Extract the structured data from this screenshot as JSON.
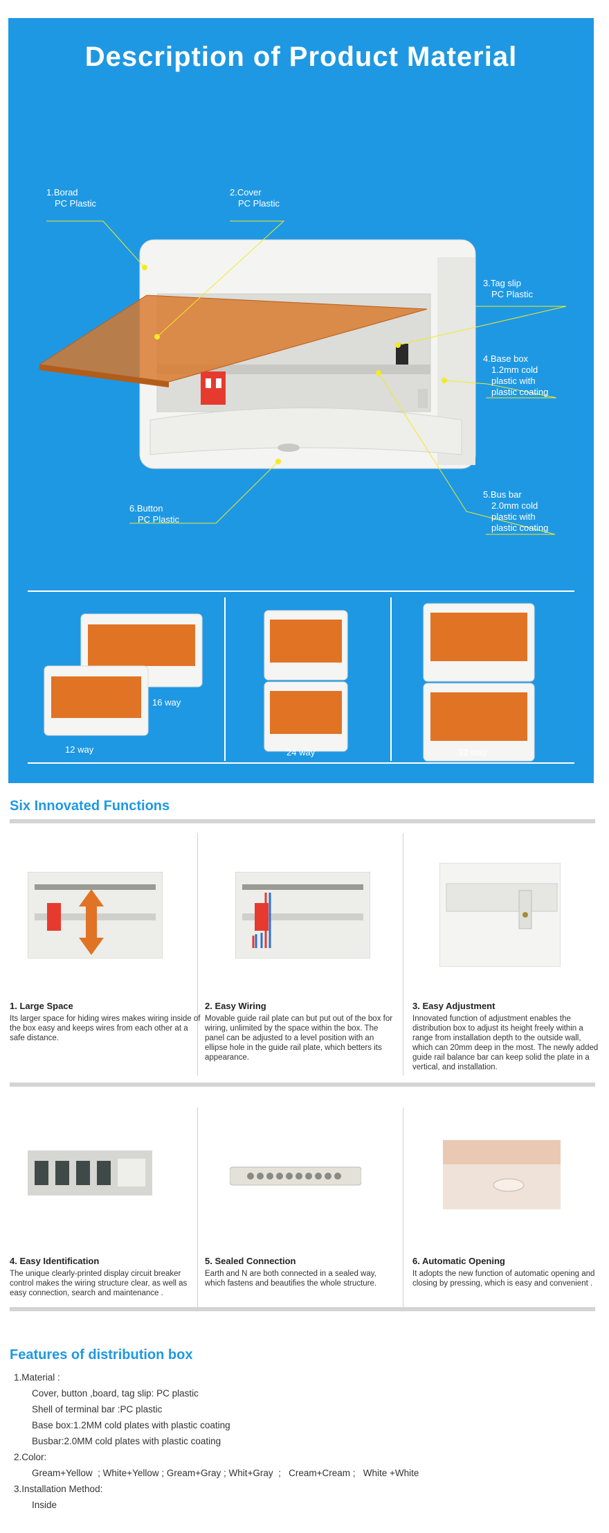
{
  "hero": {
    "title": "Description of Product Material",
    "callouts": [
      {
        "num": "1.Borad",
        "sub": [
          "PC Plastic"
        ]
      },
      {
        "num": "2.Cover",
        "sub": [
          "PC Plastic"
        ]
      },
      {
        "num": "3.Tag slip",
        "sub": [
          "PC Plastic"
        ]
      },
      {
        "num": "4.Base box",
        "sub": [
          "1.2mm cold",
          "plastic with",
          "plastic coating"
        ]
      },
      {
        "num": "5.Bus bar",
        "sub": [
          "2.0mm cold",
          "plastic with",
          "plastic coating"
        ]
      },
      {
        "num": "6.Button",
        "sub": [
          "PC Plastic"
        ]
      }
    ],
    "ways": [
      "12 way",
      "16 way",
      "24 way",
      "32 way"
    ],
    "colors": {
      "bg": "#1f98e3",
      "cover": "#d9772a"
    }
  },
  "functions": {
    "heading": "Six Innovated Functions",
    "items": [
      {
        "title": "1. Large Space",
        "desc": "Its larger space for hiding wires makes wiring inside of the box easy and keeps wires from each other at a safe distance."
      },
      {
        "title": "2. Easy Wiring",
        "desc": "Movable guide rail plate can but put out of the box for wiring, unlimited by the space within the box. The panel can be adjusted to a level position with an ellipse hole in the guide rail plate, which betters its appearance."
      },
      {
        "title": "3. Easy Adjustment",
        "desc": "Innovated function of adjustment enables the distribution box to adjust its height freely within a range from installation depth to the outside wall, which can 20mm deep in the most. The newly added guide rail balance bar can keep solid the plate in a vertical, and installation."
      },
      {
        "title": "4. Easy Identification",
        "desc": "The unique clearly-printed display circuit breaker control makes the wiring structure clear, as well as easy connection, search and maintenance ."
      },
      {
        "title": "5. Sealed Connection",
        "desc": "Earth and N are both connected in a sealed way, which fastens and beautifies the whole structure."
      },
      {
        "title": "6. Automatic Opening",
        "desc": "It adopts the new function of automatic opening and closing by pressing, which is easy and convenient ."
      }
    ]
  },
  "features": {
    "heading": "Features of distribution box",
    "lines": [
      {
        "level": 1,
        "text": "1.Material :"
      },
      {
        "level": 2,
        "text": "Cover, button ,board, tag slip: PC plastic"
      },
      {
        "level": 2,
        "text": "Shell of terminal bar :PC plastic"
      },
      {
        "level": 2,
        "text": "Base box:1.2MM cold plates with plastic coating"
      },
      {
        "level": 2,
        "text": "Busbar:2.0MM cold plates with plastic coating"
      },
      {
        "level": 1,
        "text": "2.Color:"
      },
      {
        "level": 2,
        "text": "Gream+Yellow  ; White+Yellow ; Gream+Gray ; Whit+Gray  ;   Cream+Cream ;   White +White"
      },
      {
        "level": 1,
        "text": "3.Installation Method:"
      },
      {
        "level": 2,
        "text": "Inside"
      }
    ]
  }
}
